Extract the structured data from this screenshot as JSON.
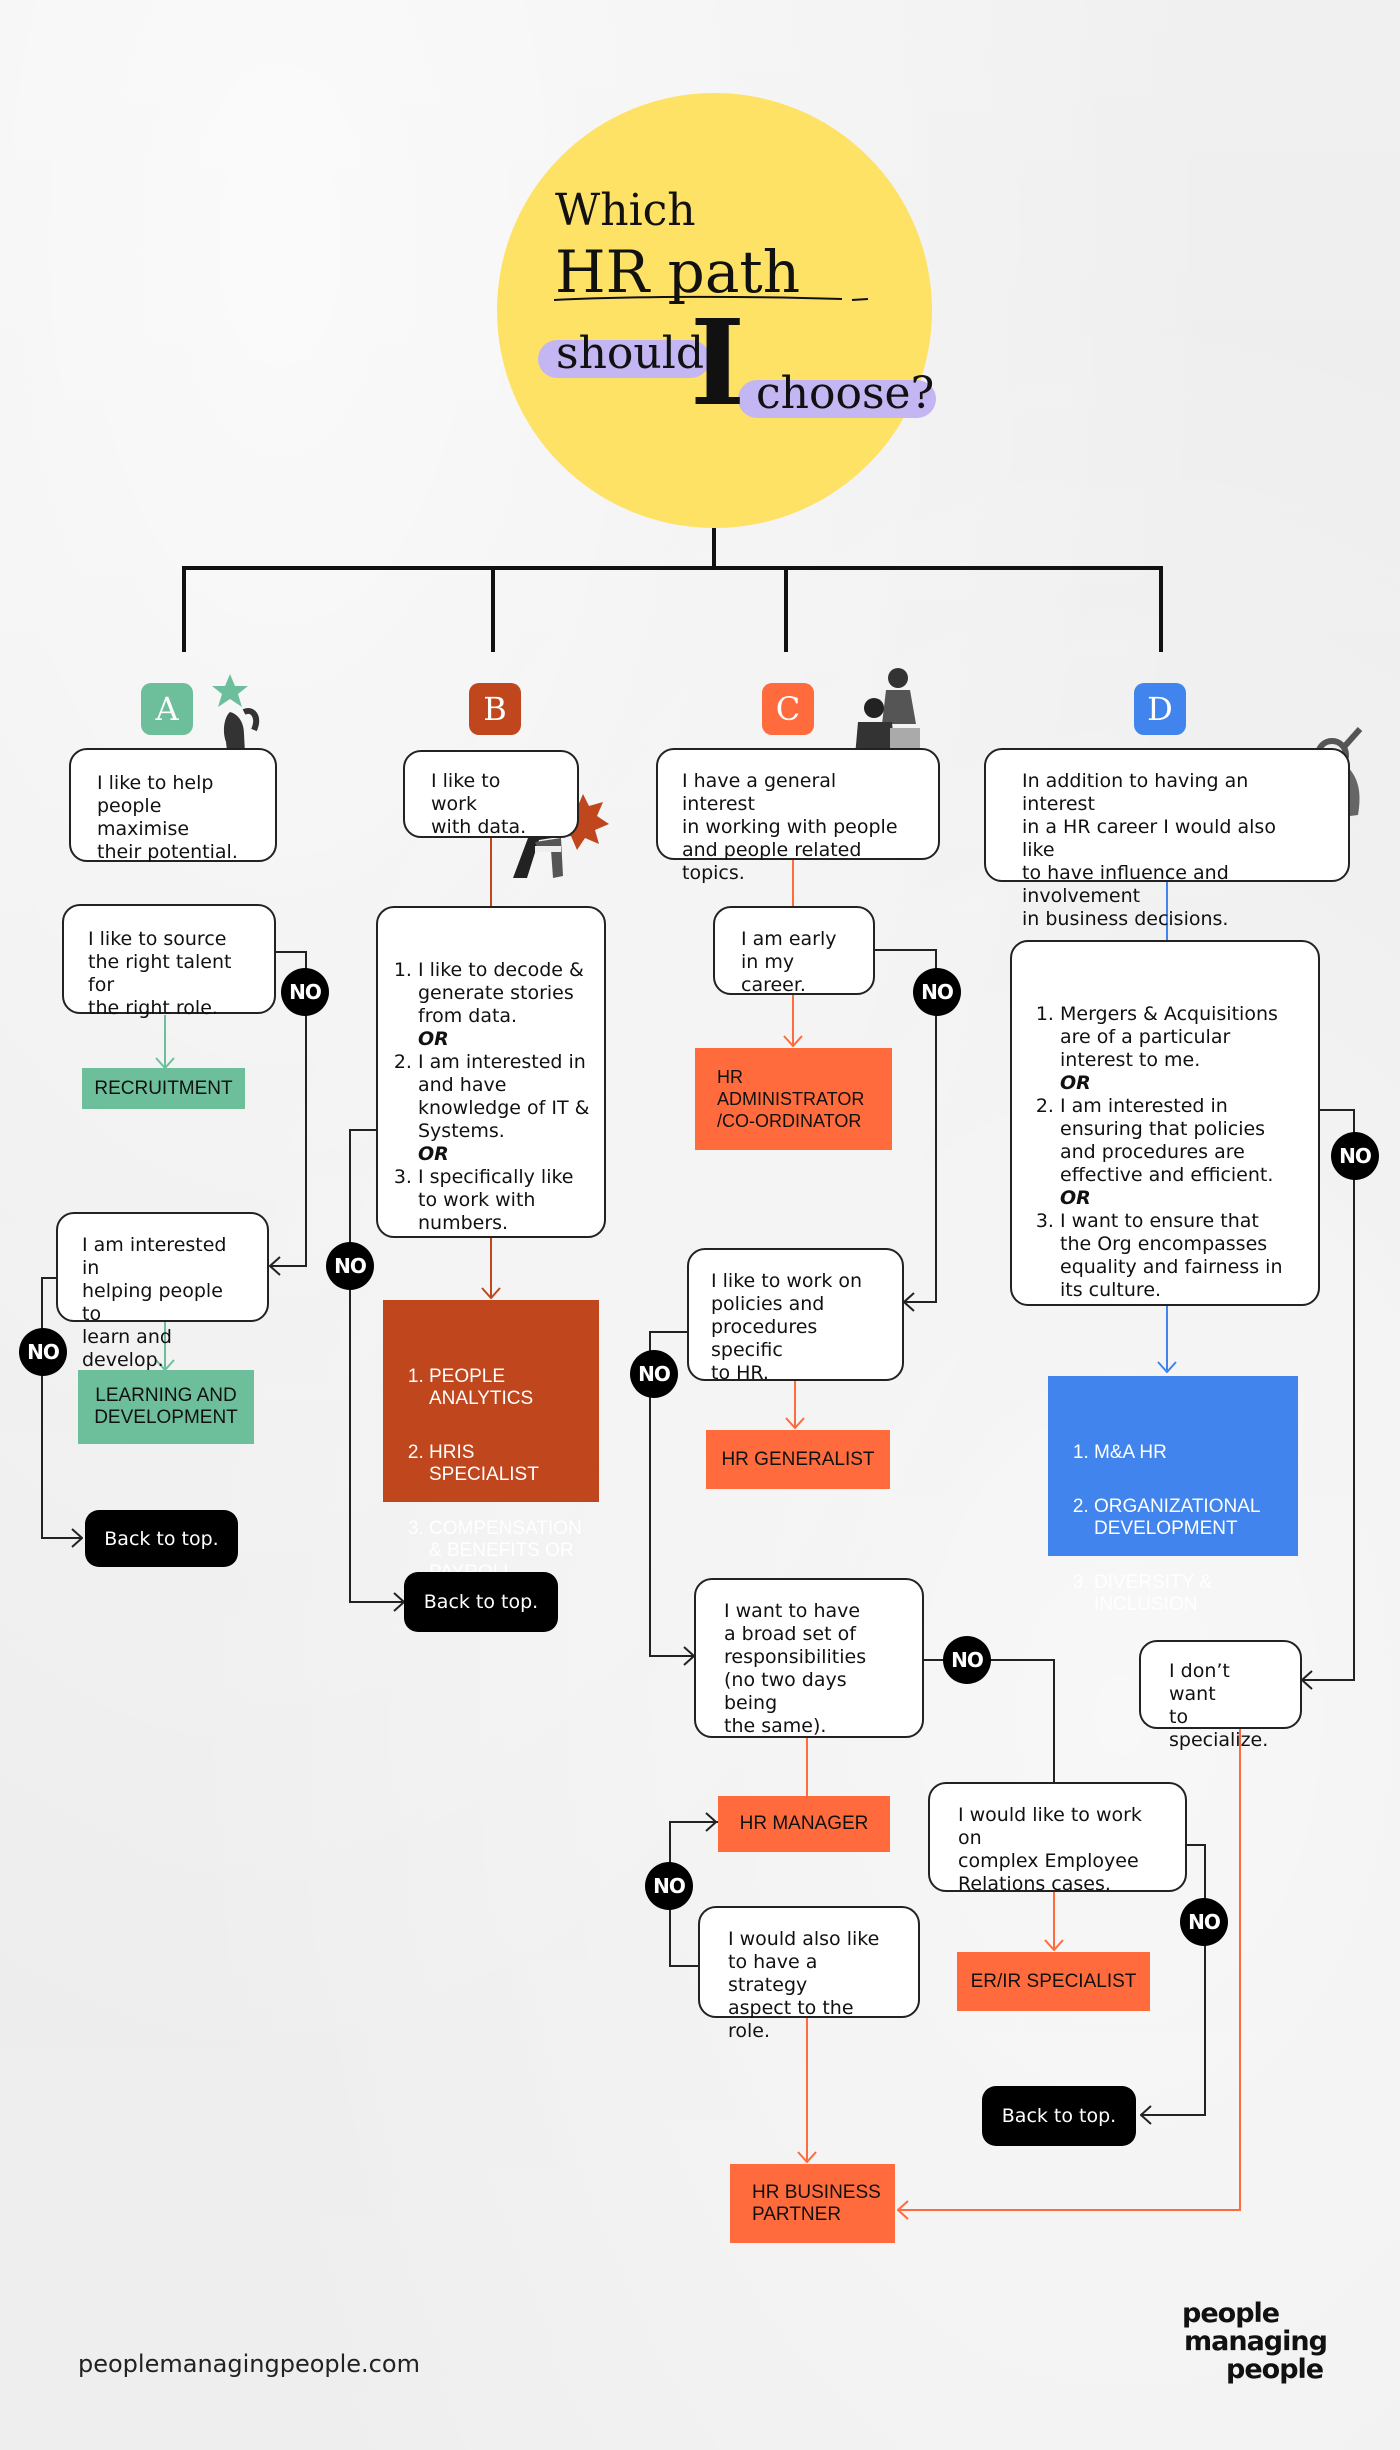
{
  "colors": {
    "yellow": "#fde266",
    "highlight": "#c3b6f2",
    "green": "#6dbf9c",
    "rust": "#c0461d",
    "orange": "#ff6b3d",
    "blue": "#4184ee",
    "black": "#000000"
  },
  "title": {
    "line1": "Which",
    "line2": "HR path",
    "line3a": "should",
    "line3b": "I",
    "line3c": "choose?"
  },
  "columns": {
    "a": {
      "letter": "A",
      "intro": "I like to help\npeople maximise\ntheir potential.",
      "q1": "I like to source\nthe right talent for\nthe right role.",
      "r1": "RECRUITMENT",
      "q2": "I am interested in\nhelping people to\nlearn and develop.",
      "r2": "LEARNING AND\nDEVELOPMENT",
      "back": "Back to top."
    },
    "b": {
      "letter": "B",
      "intro": "I like to work\nwith data.",
      "list": [
        "I like to decode & generate stories from data.",
        "I am interested in and have knowledge of IT & Systems.",
        "I specifically like to work with numbers."
      ],
      "or": "OR",
      "results": [
        "PEOPLE ANALYTICS",
        "HRIS SPECIALIST",
        "COMPENSATION & BENEFITS OR PAYROLL"
      ],
      "back": "Back to top."
    },
    "c": {
      "letter": "C",
      "intro": "I have a general interest\nin working with people\nand people related topics.",
      "q1": "I am early\nin my career.",
      "r1": "HR\nADMINISTRATOR\n/CO-ORDINATOR",
      "q2": "I like to work on\npolicies and\nprocedures specific\nto HR.",
      "r2": "HR GENERALIST",
      "q3": "I want to have\na broad set of\nresponsibilities\n(no two days being\nthe same).",
      "r3": "HR MANAGER",
      "q4": "I would also like\nto have a strategy\naspect to the role.",
      "r4": "HR BUSINESS\nPARTNER",
      "q5": "I would like to work on\ncomplex Employee\nRelations cases.",
      "r5": "ER/IR SPECIALIST",
      "back": "Back to top."
    },
    "d": {
      "letter": "D",
      "intro": "In addition to having an interest\nin a HR career I would also like\nto have influence and involvement\nin business decisions.",
      "list": [
        "Mergers & Acquisitions are of a particular interest to me.",
        "I am interested in ensuring that policies and procedures are effective and efficient.",
        "I want to ensure that the Org encompasses equality and fairness in its culture."
      ],
      "or": "OR",
      "results": [
        "M&A HR",
        "ORGANIZATIONAL DEVELOPMENT",
        "DIVERSITY & INCLUSION"
      ],
      "q2": "I don’t want\nto specialize."
    }
  },
  "no_label": "NO",
  "footer": {
    "url": "peoplemanagingpeople.com",
    "logo_line1": "people",
    "logo_line2": "managing",
    "logo_line3": "people"
  }
}
